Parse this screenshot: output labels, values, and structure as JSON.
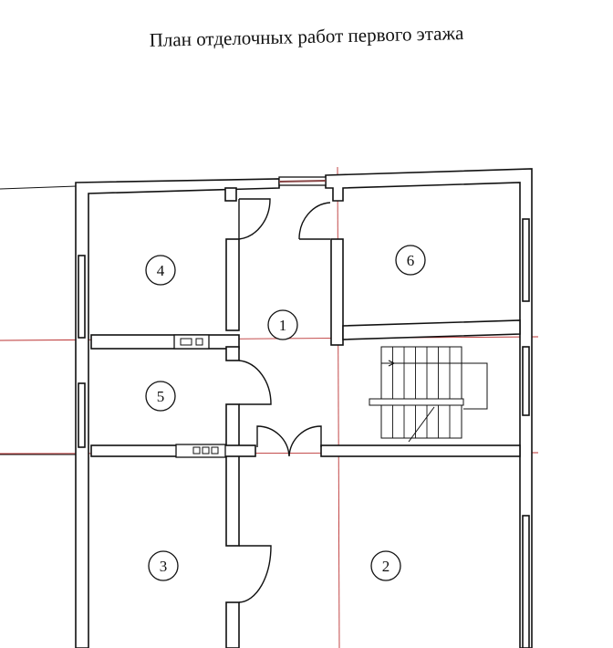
{
  "title": "План отделочных работ первого этажа",
  "rooms": [
    {
      "number": "1"
    },
    {
      "number": "2"
    },
    {
      "number": "3"
    },
    {
      "number": "4"
    },
    {
      "number": "5"
    },
    {
      "number": "6"
    }
  ]
}
